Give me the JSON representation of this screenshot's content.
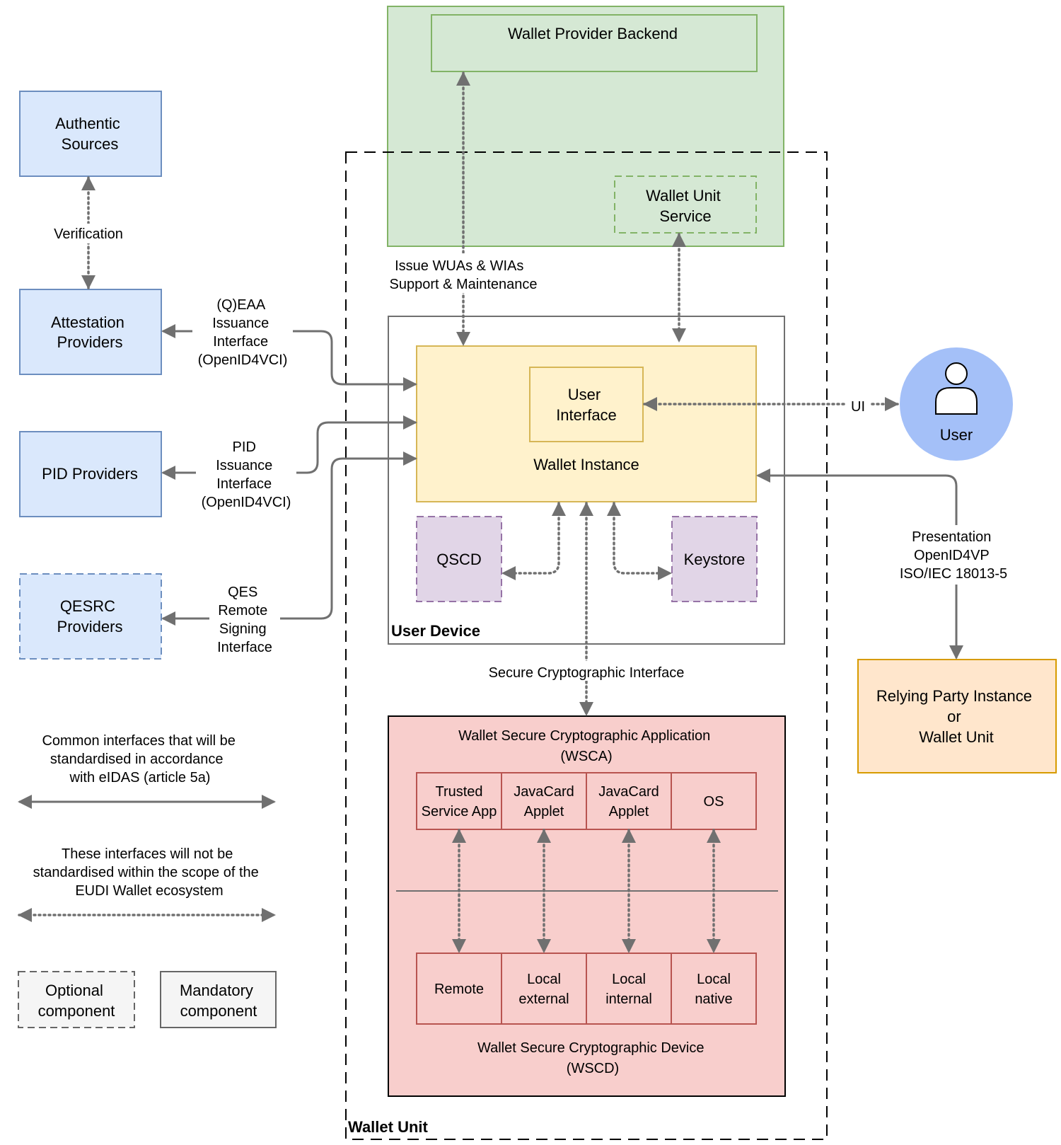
{
  "colors": {
    "blue_fill": "#dae8fc",
    "blue_stroke": "#6c8ebf",
    "green_fill": "#d5e8d4",
    "green_stroke": "#82b366",
    "yellow_fill": "#fff2cc",
    "yellow_stroke": "#d6b656",
    "purple_fill": "#e1d5e7",
    "purple_stroke": "#9673a6",
    "red_fill": "#f8cecc",
    "red_stroke": "#b85450",
    "orange_fill": "#ffe6cc",
    "orange_stroke": "#d79b00",
    "user_fill": "#a4c0f8",
    "arrow": "#707070"
  },
  "wallet_provider": {
    "backend": "Wallet Provider Backend",
    "unit_service": [
      "Wallet Unit",
      "Service"
    ]
  },
  "wallet_unit": {
    "label": "Wallet Unit"
  },
  "user_device": {
    "label": "User Device",
    "wallet_instance": "Wallet Instance",
    "user_interface": [
      "User",
      "Interface"
    ],
    "qscd": "QSCD",
    "keystore": "Keystore"
  },
  "left_boxes": {
    "authentic_sources": [
      "Authentic",
      "Sources"
    ],
    "attestation_providers": [
      "Attestation",
      "Providers"
    ],
    "pid_providers": "PID Providers",
    "qesrc_providers": [
      "QESRC",
      "Providers"
    ]
  },
  "edge_labels": {
    "verification": "Verification",
    "issue_wuas": [
      "Issue WUAs & WIAs",
      "Support & Maintenance"
    ],
    "qeaa": [
      "(Q)EAA",
      "Issuance",
      "Interface",
      "(OpenID4VCI)"
    ],
    "pid": [
      "PID",
      "Issuance",
      "Interface",
      "(OpenID4VCI)"
    ],
    "qes": [
      "QES",
      "Remote",
      "Signing",
      "Interface"
    ],
    "ui": "UI",
    "presentation": [
      "Presentation",
      "OpenID4VP",
      "ISO/IEC 18013-5"
    ],
    "secure_crypto": "Secure Cryptographic Interface"
  },
  "user": {
    "label": "User"
  },
  "relying_party": [
    "Relying Party Instance",
    "or",
    "Wallet Unit"
  ],
  "wsca": {
    "title": [
      "Wallet Secure Cryptographic Application",
      "(WSCA)"
    ],
    "items": [
      [
        "Trusted",
        "Service App"
      ],
      [
        "JavaCard",
        "Applet"
      ],
      [
        "JavaCard",
        "Applet"
      ],
      [
        "OS"
      ]
    ]
  },
  "wscd": {
    "title": [
      "Wallet Secure Cryptographic Device",
      "(WSCD)"
    ],
    "items": [
      [
        "Remote"
      ],
      [
        "Local",
        "external"
      ],
      [
        "Local",
        "internal"
      ],
      [
        "Local",
        "native"
      ]
    ]
  },
  "legend": {
    "common": [
      "Common interfaces that will be",
      "standardised in accordance",
      "with eIDAS (article 5a)"
    ],
    "not_standard": [
      "These interfaces will not be",
      "standardised within the scope of the",
      "EUDI Wallet ecosystem"
    ],
    "optional": [
      "Optional",
      "component"
    ],
    "mandatory": [
      "Mandatory",
      "component"
    ]
  }
}
